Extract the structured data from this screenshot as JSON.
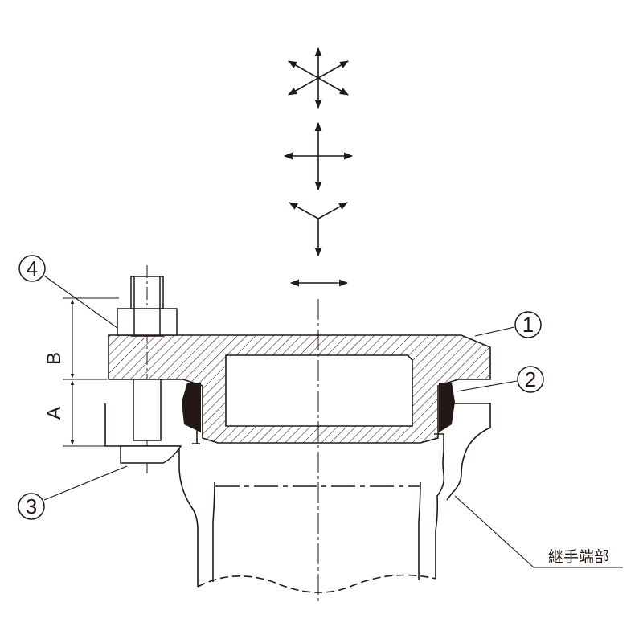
{
  "callouts": [
    {
      "id": "1",
      "label": "①"
    },
    {
      "id": "2",
      "label": "②"
    },
    {
      "id": "3",
      "label": "③"
    },
    {
      "id": "4",
      "label": "④"
    }
  ],
  "dimensions": {
    "a": "A",
    "b": "B"
  },
  "part_label": "継手端部",
  "colors": {
    "ink": "#231815",
    "background": "#ffffff"
  },
  "symbols": [
    "omnidirectional-arrows-icon",
    "four-way-arrows-icon",
    "y-three-way-arrows-icon",
    "horizontal-double-arrow-icon"
  ]
}
